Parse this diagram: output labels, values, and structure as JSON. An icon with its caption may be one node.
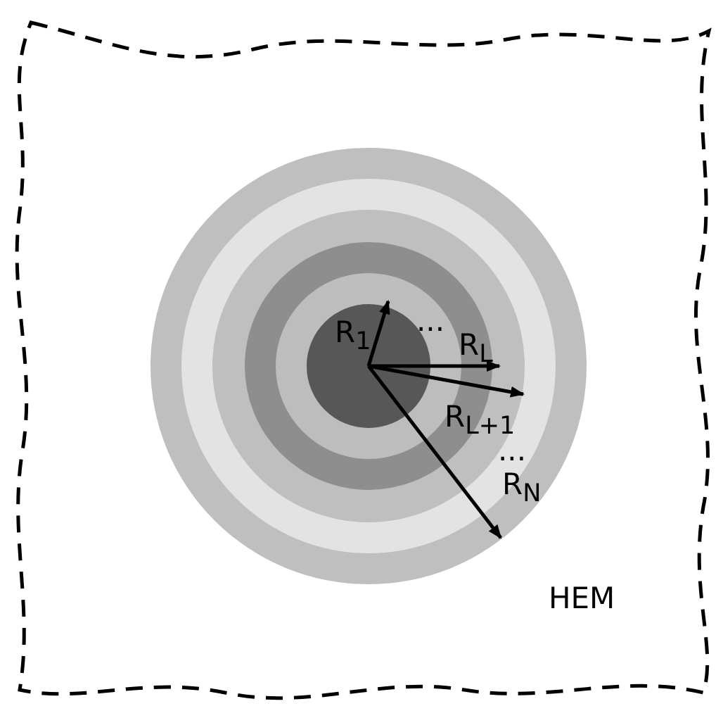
{
  "diagram": {
    "nodes": [
      {
        "text": [
          "HEM"
        ]
      }
    ],
    "labels": [
      "R$_{1}$",
      "...",
      "R$_{L}$",
      "R$_{L+1}$",
      "...",
      "R$_{N}$"
    ]
  }
}
